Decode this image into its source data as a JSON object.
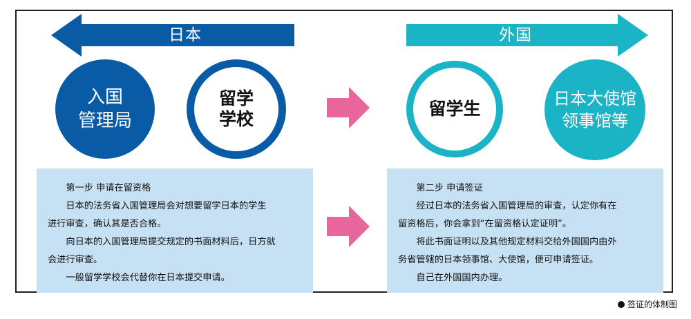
{
  "left_arrow": {
    "label": "日本",
    "color": "#0a5ba6"
  },
  "right_arrow": {
    "label": "外国",
    "color": "#1bb3c6"
  },
  "nodes": {
    "immigration": {
      "line1": "入国",
      "line2": "管理局"
    },
    "school": {
      "line1": "留学",
      "line2": "学校"
    },
    "student": {
      "line1": "留学生"
    },
    "embassy": {
      "line1": "日本大使馆",
      "line2": "领事馆等"
    }
  },
  "flow_arrow_color": "#e8669b",
  "step1": {
    "title": "第一步  申请在留资格",
    "p1": "日本的法务省入国管理局会对想要留学日本的学生",
    "p1b": "进行审查，确认其是否合格。",
    "p2": "向日本的入国管理局提交规定的书面材料后，日方就",
    "p2b": "会进行审查。",
    "p3": "一般留学学校会代替你在日本提交申请。"
  },
  "step2": {
    "title": "第二步  申请签证",
    "p1": "经过日本的法务省入国管理局的审查，认定你有在",
    "p1b": "留资格后，你会拿到“在留资格认定证明”。",
    "p2": "将此书面证明以及其他规定材料交给外国国内由外",
    "p2b": "务省管辖的日本领事馆、大使馆，便可申请签证。",
    "p3": "自己在外国国内办理。"
  },
  "caption": "签证的体制图"
}
